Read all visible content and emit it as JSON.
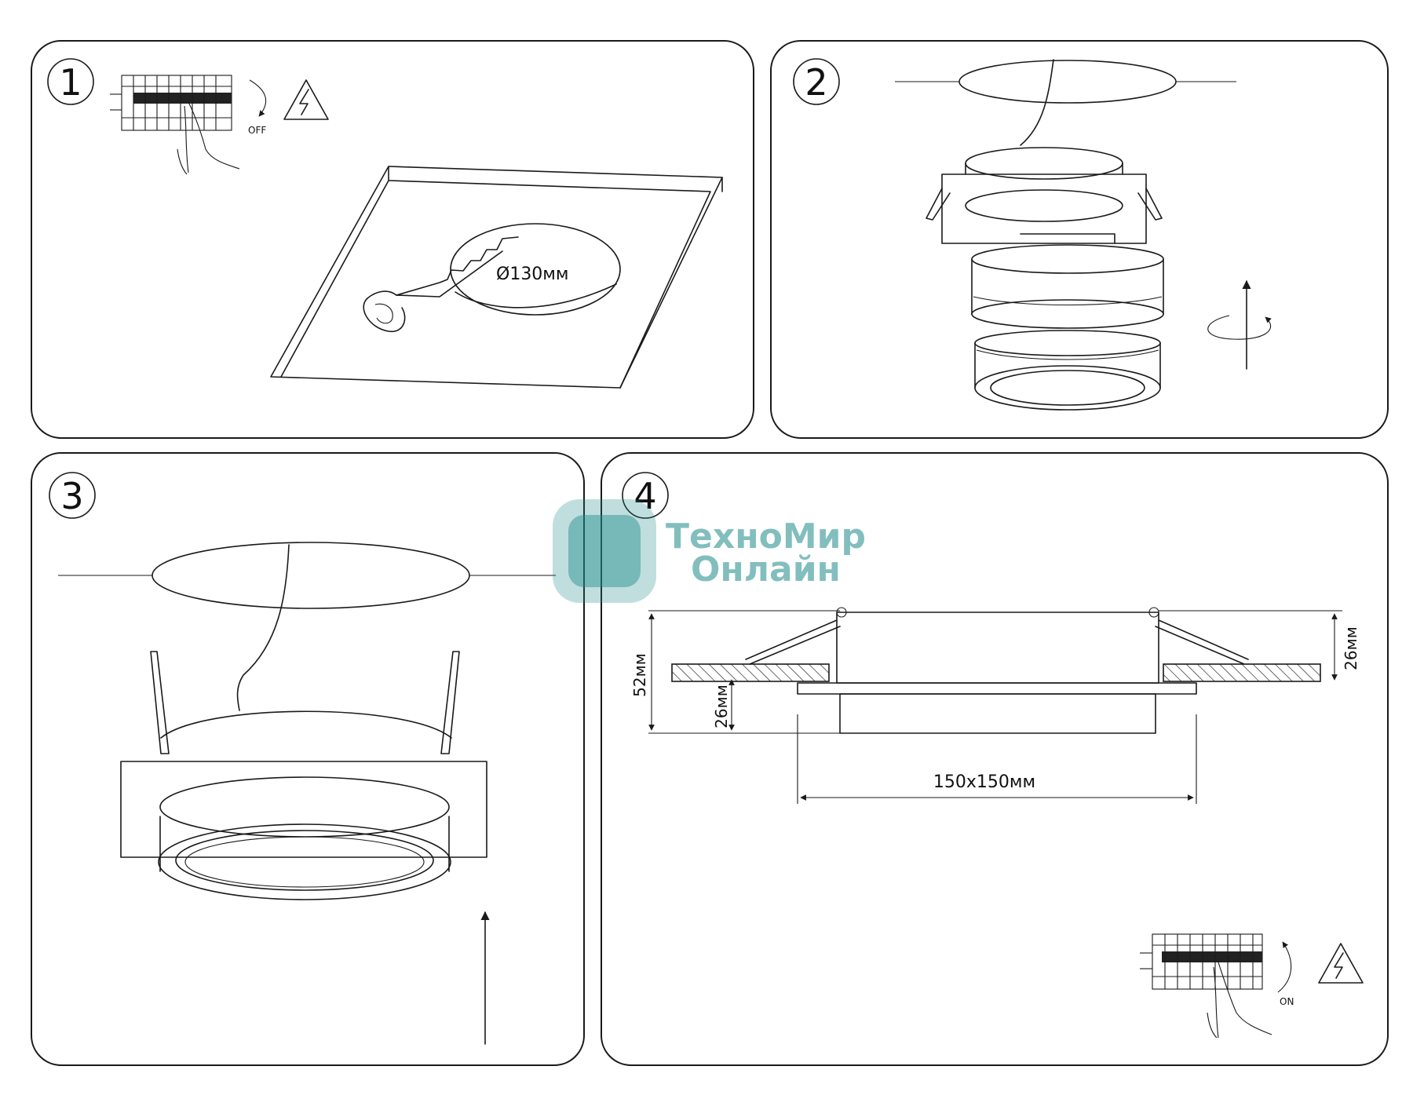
{
  "steps": [
    {
      "number": "1",
      "dimension": "Ø130мм",
      "switch_state": "OFF"
    },
    {
      "number": "2"
    },
    {
      "number": "3"
    },
    {
      "number": "4",
      "dimensions": {
        "total_height": "52мм",
        "inner_height": "26мм",
        "spring_height": "26мм",
        "frame_size": "150x150мм"
      },
      "switch_state": "ON"
    }
  ],
  "watermark": {
    "line1": "ТехноМир",
    "line2": "Онлайн",
    "color": "#1e8a8a"
  },
  "icons": [
    "breaker-panel-icon",
    "hand-icon",
    "high-voltage-warning-icon",
    "saw-icon",
    "rotate-arrow-icon",
    "up-arrow-icon"
  ]
}
